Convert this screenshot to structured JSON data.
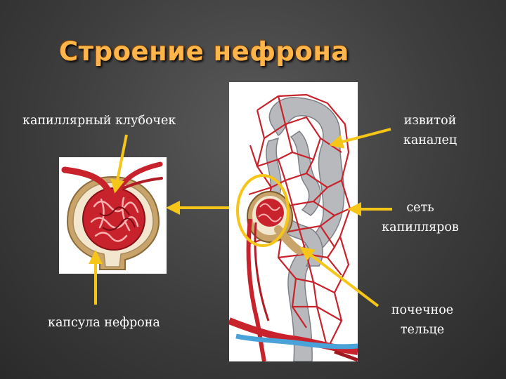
{
  "title": "Строение нефрона",
  "labels": {
    "glomerulus": "капиллярный клубочек",
    "convoluted_tubule_line1": "извитой",
    "convoluted_tubule_line2": "каналец",
    "capillary_net_line1": "сеть",
    "capillary_net_line2": "капилляров",
    "capsule": "капсула нефрона",
    "renal_body_line1": "почечное",
    "renal_body_line2": "тельце"
  },
  "colors": {
    "title": "#ffb54a",
    "arrow": "#f5c518",
    "vessel": "#c8232c",
    "tubule": "#b7b9bc",
    "vein": "#4aa3d8",
    "capsule": "#c9a46a"
  },
  "icons": {
    "arrow": "arrow-icon",
    "highlight": "circle-highlight-icon"
  }
}
